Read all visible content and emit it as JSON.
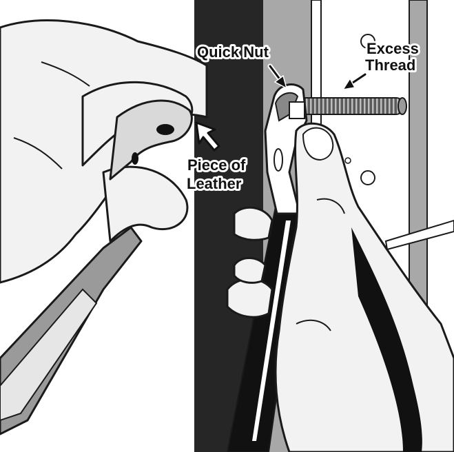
{
  "labels": {
    "quick_nut": "Quick Nut",
    "excess_line1": "Excess",
    "excess_line2": "Thread",
    "leather_line1": "Piece of",
    "leather_line2": "Leather"
  },
  "colors": {
    "door_edge": "#262626",
    "frame_gray": "#a8a8a8",
    "skin": "#f2f2f2",
    "outline": "#1a1a1a",
    "thread": "#4a4a4a"
  },
  "icons": [
    "arrow-quick-nut-icon",
    "arrow-excess-thread-icon",
    "arrow-leather-icon"
  ]
}
